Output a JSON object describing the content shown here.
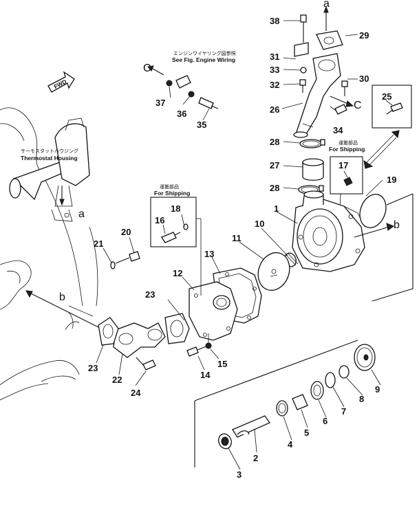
{
  "callouts": {
    "n1": "1",
    "n2": "2",
    "n3": "3",
    "n4": "4",
    "n5": "5",
    "n6": "6",
    "n7": "7",
    "n8": "8",
    "n9": "9",
    "n10": "10",
    "n11": "11",
    "n12": "12",
    "n13": "13",
    "n14": "14",
    "n15": "15",
    "n16": "16",
    "n17": "17",
    "n18": "18",
    "n19": "19",
    "n20": "20",
    "n21": "21",
    "n22": "22",
    "n23a": "23",
    "n23b": "23",
    "n24": "24",
    "n25": "25",
    "n26": "26",
    "n27": "27",
    "n28a": "28",
    "n28b": "28",
    "n29": "29",
    "n30": "30",
    "n31": "31",
    "n32": "32",
    "n33": "33",
    "n34": "34",
    "n35": "35",
    "n36": "36",
    "n37": "37",
    "n38": "38"
  },
  "reference_letters": {
    "a_top": "a",
    "a_left": "a",
    "b_left": "b",
    "b_right": "b",
    "c_left": "C",
    "c_right": "C"
  },
  "notes": {
    "wiring_jp": "エンジンワイヤリング図参照",
    "wiring_en": "See Fig. Engine Wiring",
    "thermostat_jp": "サーモスタットハウジング",
    "thermostat_en": "Thermostat Housing",
    "shipping_jp": "運搬部品",
    "shipping_en": "For Shipping",
    "fwd": "FWD"
  }
}
